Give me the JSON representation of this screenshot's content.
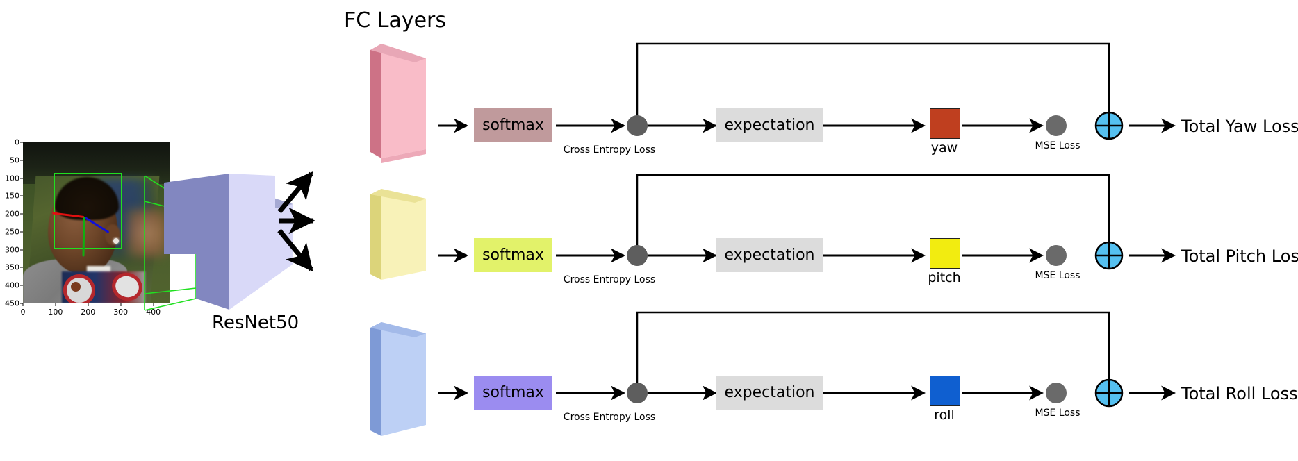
{
  "diagram": {
    "title_fc": "FC Layers",
    "backbone_label": "ResNet50",
    "input_plot": {
      "y_ticks": [
        "0",
        "50",
        "100",
        "150",
        "200",
        "250",
        "300",
        "350",
        "400",
        "450"
      ],
      "x_ticks": [
        "0",
        "100",
        "200",
        "300",
        "400"
      ],
      "y_range": [
        0,
        450
      ],
      "x_range": [
        0,
        450
      ],
      "annotation_box_color": "#20e020",
      "pose_axis_colors": {
        "x": "#e01010",
        "y": "#10b010",
        "z": "#1010d8"
      }
    },
    "backbone_colors": {
      "front": "#8287c0",
      "side": "#d9d9f8"
    },
    "fc_slabs": [
      {
        "name": "yaw-fc-slab",
        "face": "#f9bcc8",
        "edge": "#cd7286"
      },
      {
        "name": "pitch-fc-slab",
        "face": "#f8f2b8",
        "edge": "#dcd47a"
      },
      {
        "name": "roll-fc-slab",
        "face": "#bdd0f5",
        "edge": "#7e9ad6"
      }
    ],
    "branches": [
      {
        "id": "yaw",
        "softmax_label": "softmax",
        "softmax_bg": "#c09a9c",
        "ce_label": "Cross Entropy Loss",
        "expectation_label": "expectation",
        "expectation_bg": "#dcdcdc",
        "pred_label": "yaw",
        "pred_color": "#bf3f1f",
        "mse_label": "MSE Loss",
        "sum_symbol": "+",
        "sum_color": "#55c0f0",
        "total_label": "Total Yaw Loss"
      },
      {
        "id": "pitch",
        "softmax_label": "softmax",
        "softmax_bg": "#e2f26a",
        "ce_label": "Cross Entropy Loss",
        "expectation_label": "expectation",
        "expectation_bg": "#dcdcdc",
        "pred_label": "pitch",
        "pred_color": "#f2ec10",
        "mse_label": "MSE Loss",
        "sum_symbol": "+",
        "sum_color": "#55c0f0",
        "total_label": "Total Pitch Loss"
      },
      {
        "id": "roll",
        "softmax_label": "softmax",
        "softmax_bg": "#9b8cf0",
        "ce_label": "Cross Entropy Loss",
        "expectation_label": "expectation",
        "expectation_bg": "#dcdcdc",
        "pred_label": "roll",
        "pred_color": "#0f5fd0",
        "mse_label": "MSE Loss",
        "sum_symbol": "+",
        "sum_color": "#55c0f0",
        "total_label": "Total Roll Loss"
      }
    ]
  }
}
